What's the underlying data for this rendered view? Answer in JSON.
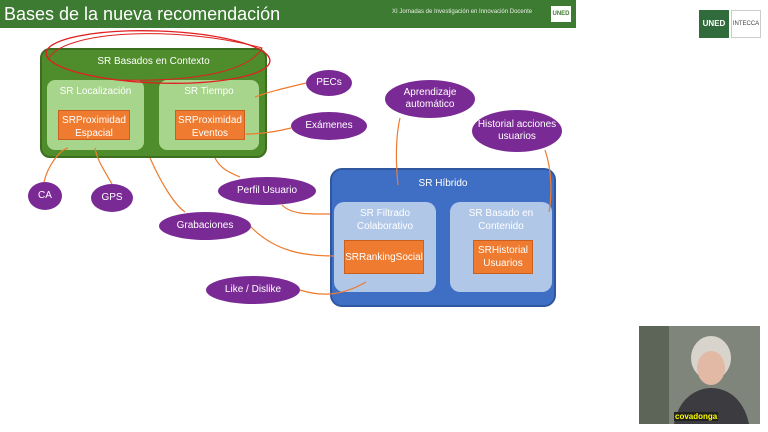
{
  "header": {
    "title": "Bases de la nueva recomendación",
    "conference": "XI Jornadas de Investigación en Innovación Docente",
    "logo_text": "UNED"
  },
  "logos": {
    "uned": "UNED",
    "intecca": "INTECCA"
  },
  "diagram": {
    "context_group": {
      "title": "SR Basados en Contexto",
      "localizacion": {
        "title": "SR Localización",
        "inner": "SRProximidad Espacial"
      },
      "tiempo": {
        "title": "SR Tiempo",
        "inner": "SRProximidad Eventos"
      }
    },
    "hybrid_group": {
      "title": "SR Híbrido",
      "colaborativo": {
        "title": "SR Filtrado Colaborativo",
        "inner": "SRRankingSocial"
      },
      "contenido": {
        "title": "SR Basado en Contenido",
        "inner": "SRHistorial Usuarios"
      }
    },
    "inputs": {
      "pecs": "PECs",
      "examenes": "Exámenes",
      "aprendizaje": "Aprendizaje automático",
      "historial": "Historial acciones usuarios",
      "perfil": "Perfil Usuario",
      "grabaciones": "Grabaciones",
      "ca": "CA",
      "gps": "GPS",
      "like": "Like / Dislike"
    }
  },
  "webcam": {
    "name": "covadonga"
  },
  "colors": {
    "header": "#3d7a32",
    "context": "#4f8d2c",
    "inner_green": "#a7d58b",
    "hybrid": "#3f6fc5",
    "inner_blue": "#b0c7e8",
    "orange": "#ee7b2f",
    "ellipse": "#7a2a94",
    "connector": "#ee7b2f",
    "annotation": "#e02020"
  }
}
